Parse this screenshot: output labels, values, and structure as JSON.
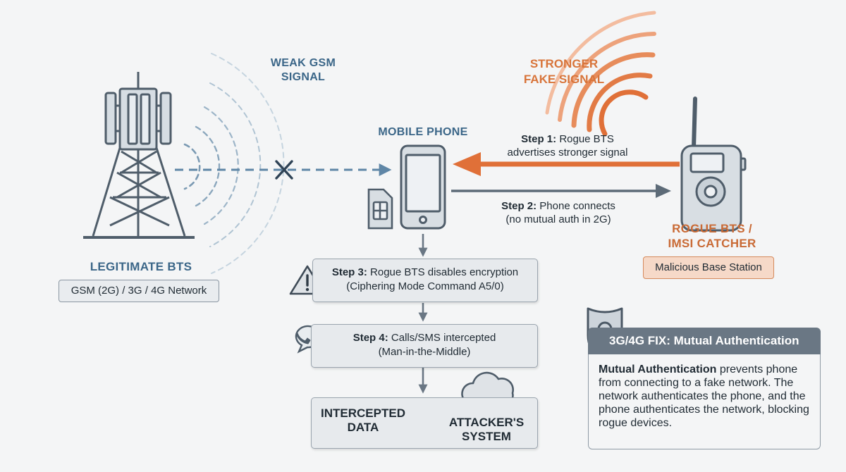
{
  "labels": {
    "weak_signal": [
      "WEAK GSM",
      "SIGNAL"
    ],
    "fake_signal": [
      "STRONGER",
      "FAKE SIGNAL"
    ],
    "mobile_phone": "MOBILE PHONE",
    "legit_bts": "LEGITIMATE BTS",
    "legit_network": "GSM (2G) / 3G / 4G Network",
    "rogue_bts": [
      "ROGUE BTS /",
      "IMSI CATCHER"
    ],
    "rogue_badge": "Malicious Base Station"
  },
  "steps": {
    "step1": {
      "tag": "Step 1:",
      "line1": "Rogue BTS",
      "line2": "advertises stronger signal"
    },
    "step2": {
      "tag": "Step 2:",
      "line1": "Phone connects",
      "line2": "(no mutual auth in 2G)"
    },
    "step3": {
      "tag": "Step 3:",
      "line1": "Rogue BTS disables encryption",
      "line2": "(Ciphering Mode Command A5/0)"
    },
    "step4": {
      "tag": "Step 4:",
      "line1": "Calls/SMS intercepted",
      "line2": "(Man-in-the-Middle)"
    }
  },
  "intercept": {
    "data_label": [
      "INTERCEPTED",
      "DATA"
    ],
    "attacker_label": [
      "ATTACKER'S",
      "SYSTEM"
    ]
  },
  "fix": {
    "title": "3G/4G FIX: Mutual Authentication",
    "bold": "Mutual Authentication",
    "text": " prevents phone from connecting to a fake network. The network authenticates the phone, and the phone authenticates the network, blocking rogue devices."
  },
  "colors": {
    "blue": "#3b6688",
    "orange": "#d8743a",
    "steel": "#5d6b78",
    "box_fill": "#e7eaed"
  },
  "icons": [
    "cell-tower-icon",
    "sim-card-icon",
    "smartphone-icon",
    "rogue-radio-icon",
    "warning-icon",
    "chat-bubbles-icon",
    "cloud-icon",
    "shield-lock-icon"
  ]
}
